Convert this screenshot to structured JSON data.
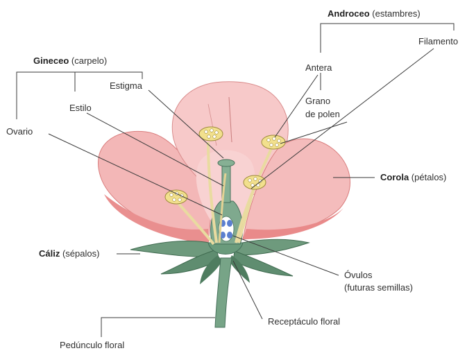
{
  "labels": {
    "gineceo": {
      "title": "Gineceo",
      "note": "(carpelo)"
    },
    "androceo": {
      "title": "Androceo",
      "note": "(estambres)"
    },
    "estigma": "Estigma",
    "estilo": "Estilo",
    "ovario": "Ovario",
    "antera": "Antera",
    "filamento": "Filamento",
    "grano": {
      "line1": "Grano",
      "line2": "de polen"
    },
    "corola": {
      "title": "Corola",
      "note": "(pétalos)"
    },
    "caliz": {
      "title": "Cáliz",
      "note": "(sépalos)"
    },
    "ovulos": {
      "line1": "Óvulos",
      "line2": "(futuras semillas)"
    },
    "receptaculo": "Receptáculo floral",
    "pedunculo": "Pedúnculo floral"
  },
  "colors": {
    "petal_light": "#f6c4c4",
    "petal_mid": "#ef9f9f",
    "petal_dark": "#e7807f",
    "sepal": "#6f9a7e",
    "sepal_dark": "#4e7a5e",
    "stem": "#77a487",
    "filament": "#e9dba0",
    "anther": "#f2e08d",
    "ovule": "#5b7fd0",
    "line": "#3a3a3a"
  }
}
